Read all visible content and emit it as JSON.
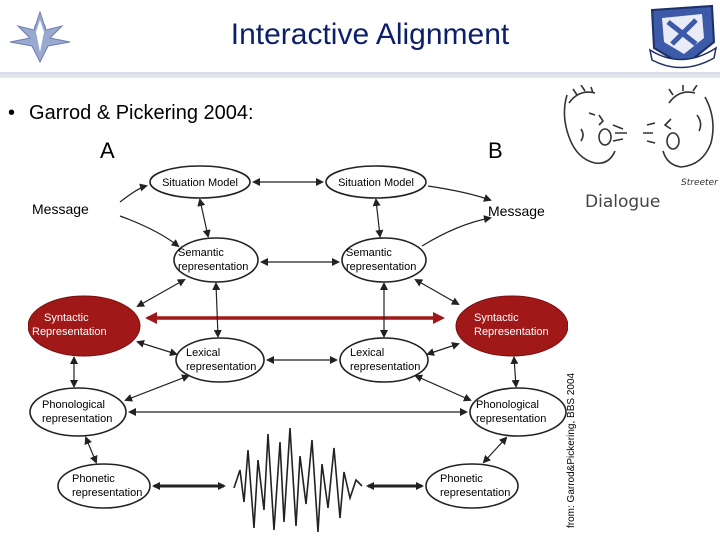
{
  "slide": {
    "title": "Interactive Alignment",
    "bullet": "Garrod & Pickering 2004:",
    "credit": "from: Garrod&Pickering, BBS 2004"
  },
  "diagram": {
    "side_a": "A",
    "side_b": "B",
    "a_message": "Message",
    "b_message": "Message",
    "a_situation": "Situation Model",
    "b_situation": "Situation Model",
    "a_semantic_1": "Semantic",
    "a_semantic_2": "representation",
    "b_semantic_1": "Semantic",
    "b_semantic_2": "representation",
    "a_syntactic_1": "Syntactic",
    "a_syntactic_2": "Representation",
    "b_syntactic_1": "Syntactic",
    "b_syntactic_2": "Representation",
    "a_lexical_1": "Lexical",
    "a_lexical_2": "representation",
    "b_lexical_1": "Lexical",
    "b_lexical_2": "representation",
    "a_phonological_1": "Phonological",
    "a_phonological_2": "representation",
    "b_phonological_1": "Phonological",
    "b_phonological_2": "representation",
    "a_phonetic_1": "Phonetic",
    "a_phonetic_2": "representation",
    "b_phonetic_1": "Phonetic",
    "b_phonetic_2": "representation"
  },
  "sketch": {
    "caption": "Dialogue",
    "signature": "Streeter"
  },
  "colors": {
    "title": "#0b1f6b",
    "alignment_arrow": "#a01818",
    "syntactic_fill": "#a01818",
    "logo_blue": "#2a4a9a"
  },
  "icons": {
    "left_logo": "air-force-wings-logo",
    "right_logo": "unit-crest-logo"
  }
}
